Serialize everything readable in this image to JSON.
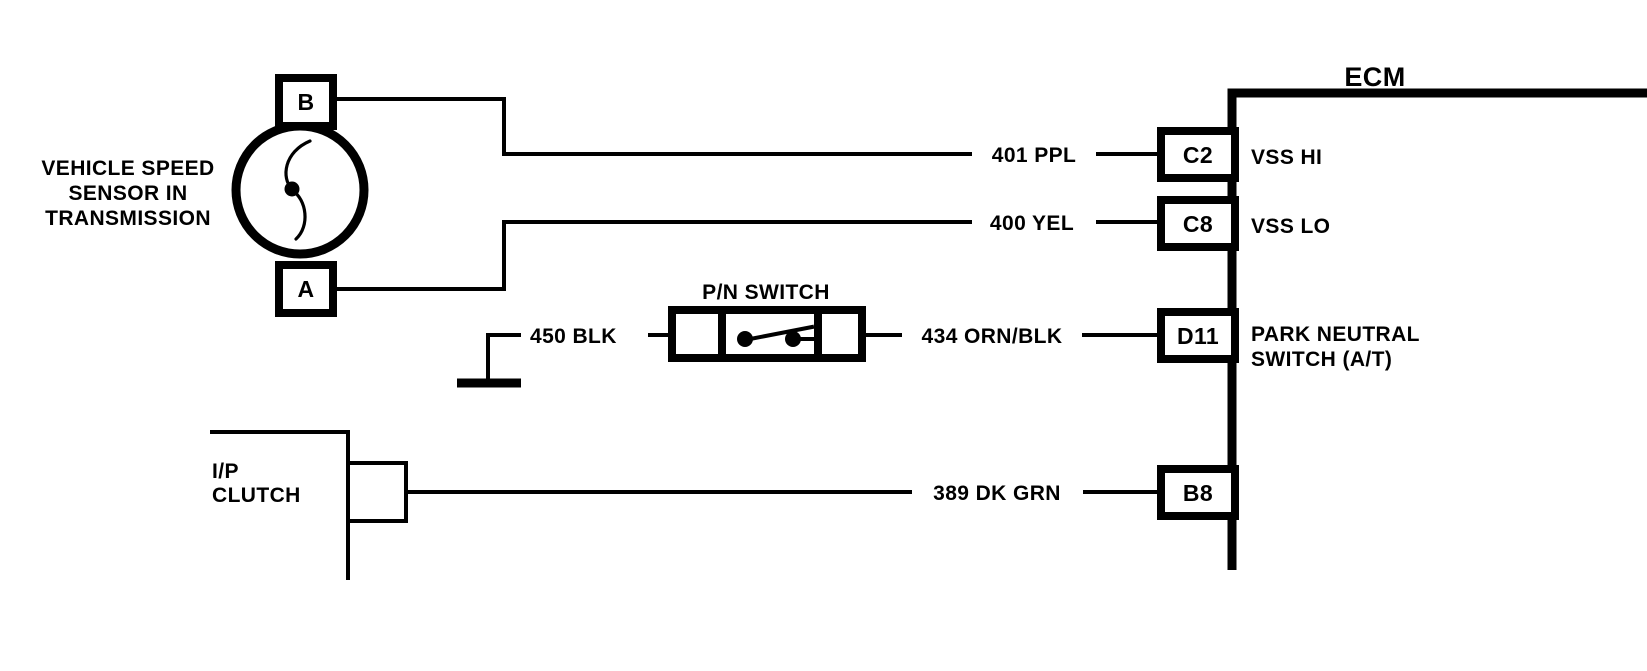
{
  "diagram": {
    "title": "ECM",
    "components": {
      "vss": {
        "label_line1": "VEHICLE SPEED",
        "label_line2": "SENSOR IN",
        "label_line3": "TRANSMISSION",
        "terminal_top": "B",
        "terminal_bottom": "A"
      },
      "pn_switch": {
        "label": "P/N SWITCH"
      },
      "ip_clutch": {
        "label_line1": "I/P",
        "label_line2": "CLUTCH"
      },
      "ground": {
        "name": "chassis-ground"
      }
    },
    "wires": [
      {
        "id": "w401",
        "label": "401 PPL"
      },
      {
        "id": "w400",
        "label": "400 YEL"
      },
      {
        "id": "w450",
        "label": "450 BLK"
      },
      {
        "id": "w434",
        "label": "434 ORN/BLK"
      },
      {
        "id": "w389",
        "label": "389 DK GRN"
      }
    ],
    "ecm_terminals": [
      {
        "pin": "C2",
        "function_line1": "VSS HI",
        "function_line2": ""
      },
      {
        "pin": "C8",
        "function_line1": "VSS LO",
        "function_line2": ""
      },
      {
        "pin": "D11",
        "function_line1": "PARK NEUTRAL",
        "function_line2": "SWITCH (A/T)"
      },
      {
        "pin": "B8",
        "function_line1": "",
        "function_line2": ""
      }
    ],
    "colors": {
      "line": "#000000",
      "background": "#ffffff"
    }
  }
}
